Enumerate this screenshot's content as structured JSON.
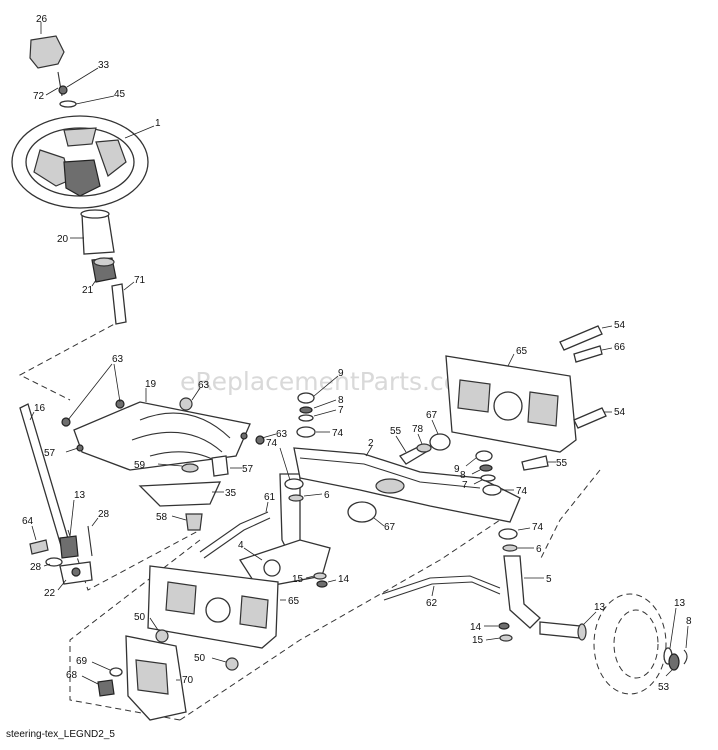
{
  "watermark": "eReplacementParts.com",
  "caption": "steering-tex_LEGND2_5",
  "callouts": [
    "26",
    "33",
    "72",
    "45",
    "1",
    "20",
    "21",
    "71",
    "16",
    "63",
    "19",
    "63",
    "57",
    "63",
    "59",
    "57",
    "35",
    "58",
    "13",
    "28",
    "64",
    "28",
    "22",
    "61",
    "74",
    "9",
    "8",
    "7",
    "74",
    "2",
    "55",
    "78",
    "67",
    "9",
    "8",
    "7",
    "74",
    "55",
    "65",
    "54",
    "66",
    "54",
    "6",
    "67",
    "4",
    "15",
    "14",
    "74",
    "6",
    "5",
    "62",
    "14",
    "15",
    "13",
    "13",
    "8",
    "53",
    "65",
    "50",
    "50",
    "69",
    "68",
    "70"
  ]
}
